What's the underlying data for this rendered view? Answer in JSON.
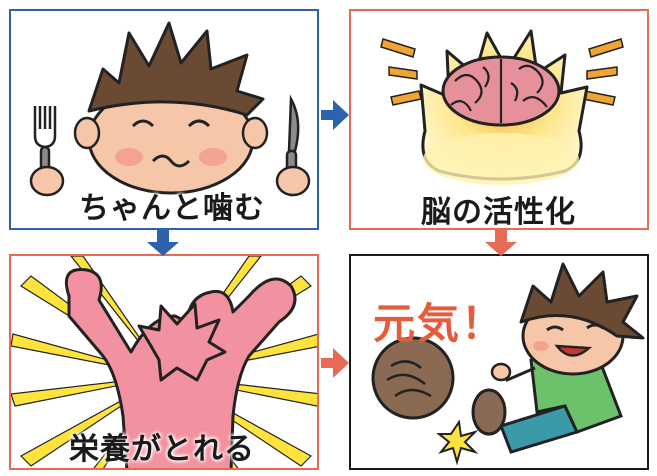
{
  "steps": [
    {
      "caption": "ちゃんと噛む",
      "icon": "boy-chewing-with-fork-and-knife-icon",
      "border_color": "#2d62ad"
    },
    {
      "caption": "脳の活性化",
      "icon": "glowing-brain-icon",
      "border_color": "#e56b56"
    },
    {
      "caption": "栄養がとれる",
      "icon": "arms-raised-figure-icon",
      "border_color": "#e56b56"
    },
    {
      "exclamation": "元気！",
      "icon": "boy-kicking-ball-icon",
      "border_color": "#1a1a1a"
    }
  ],
  "arrow_colors": {
    "blue": "#2d62ad",
    "orange": "#e56b56"
  }
}
